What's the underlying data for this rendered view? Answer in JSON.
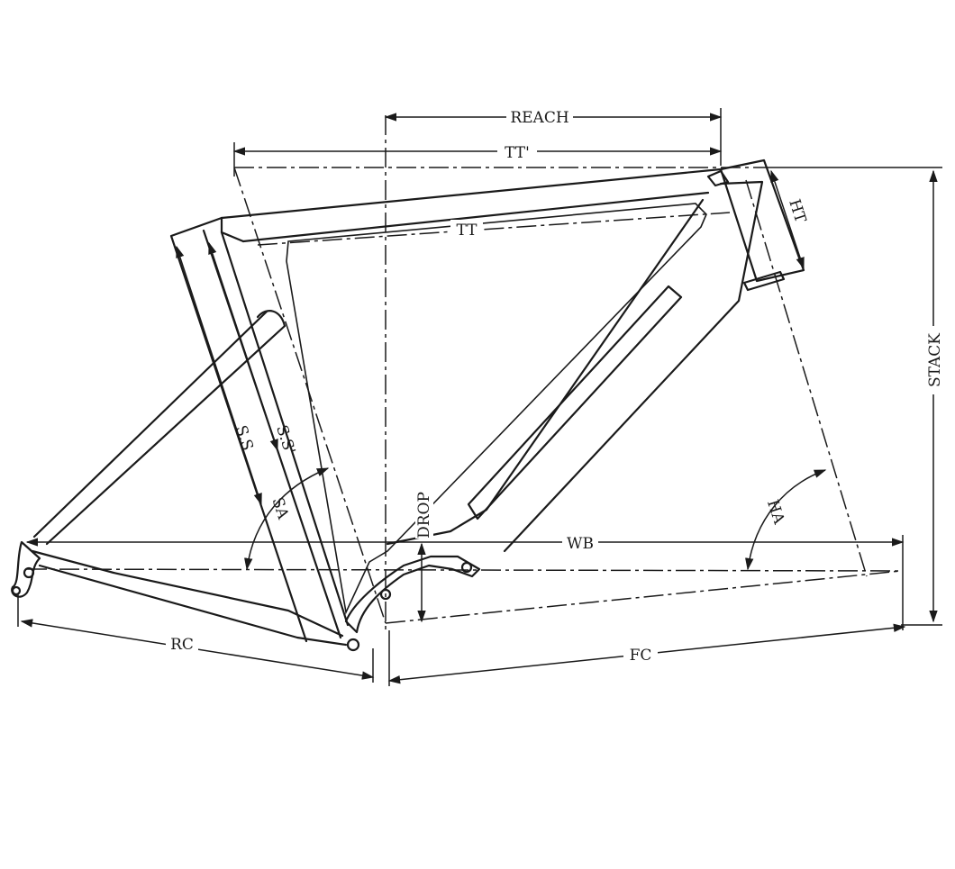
{
  "labels": {
    "reach": "REACH",
    "tt_effective": "TT'",
    "tt": "TT",
    "ht": "HT",
    "stack": "STACK",
    "ss": "S.S",
    "ss_effective": "S.S'",
    "sa": "SA",
    "ha": "HA",
    "drop": "DROP",
    "wb": "WB",
    "rc": "RC",
    "fc": "FC"
  },
  "colors": {
    "line": "#1a1a1a",
    "background": "#ffffff"
  }
}
